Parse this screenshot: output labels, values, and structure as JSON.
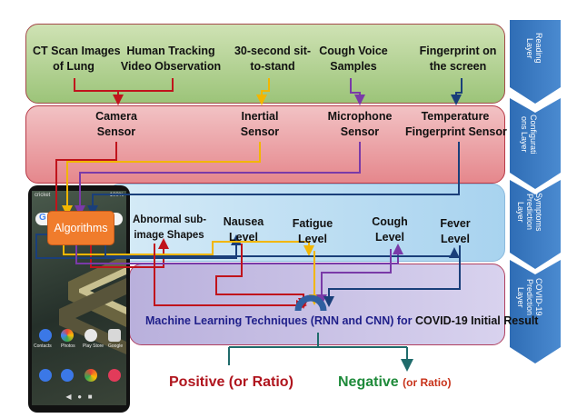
{
  "layers": [
    {
      "name": "Reading Layer",
      "lines": [
        "Reading",
        "Layer"
      ]
    },
    {
      "name": "Configurations Layer",
      "lines": [
        "Configurati",
        "ons Layer"
      ]
    },
    {
      "name": "Symptoms Prediction Layer",
      "lines": [
        "Symptoms",
        "Prediction",
        "Layer"
      ]
    },
    {
      "name": "COVID-19 Prediction Layer",
      "lines": [
        "COVID-19",
        "Prediction",
        "Layer"
      ]
    }
  ],
  "reading": {
    "ct": [
      "CT Scan Images",
      "of Lung"
    ],
    "tracking": [
      "Human Tracking",
      "Video Observation"
    ],
    "sit": [
      "30-second sit-",
      "to-stand"
    ],
    "cough": [
      "Cough Voice",
      "Samples"
    ],
    "finger": [
      "Fingerprint on",
      "the screen"
    ]
  },
  "sensors": {
    "camera": [
      "Camera",
      "Sensor"
    ],
    "inertial": [
      "Inertial",
      "Sensor"
    ],
    "microphone": [
      "Microphone",
      "Sensor"
    ],
    "temperature": [
      "Temperature",
      "Fingerprint Sensor"
    ]
  },
  "symptoms": {
    "abnormal": [
      "Abnormal sub-",
      "image Shapes"
    ],
    "nausea": [
      "Nausea",
      "Level"
    ],
    "fatigue": [
      "Fatigue",
      "Level"
    ],
    "cough": [
      "Cough",
      "Level"
    ],
    "fever": [
      "Fever",
      "Level"
    ]
  },
  "algorithms": "Algorithms",
  "ml": {
    "main": "Machine Learning Techniques (RNN and CNN) for ",
    "tail": "COVID-19 Initial Result"
  },
  "results": {
    "positive": "Positive (or Ratio)",
    "negative_main": "Negative ",
    "negative_ratio": "(or Ratio)"
  },
  "phone": {
    "carrier": "cricket",
    "battery": "100%",
    "apps": [
      "Contacts",
      "Photos",
      "Play Store",
      "Google"
    ]
  },
  "colors": {
    "camera": "#c0141c",
    "inertial": "#f2b600",
    "microphone": "#7a3aa8",
    "temperature": "#1a3f7a",
    "results": "#1f6b6b",
    "positive": "#b0151e",
    "negative": "#1e8a3a",
    "negative_ratio": "#c8321a"
  }
}
